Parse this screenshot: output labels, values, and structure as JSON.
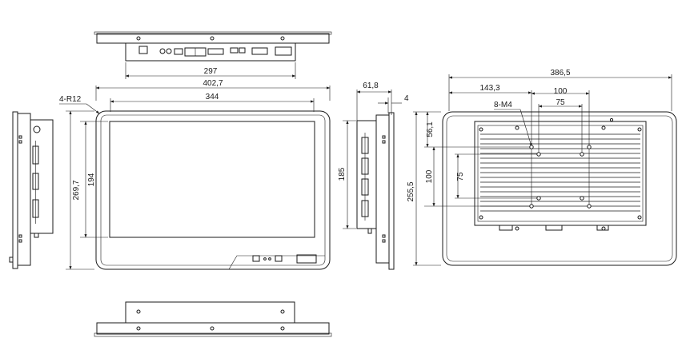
{
  "drawing": {
    "type": "technical mechanical drawing",
    "dimensions": {
      "top_rear_width": "297",
      "front_outer_width": "402,7",
      "front_screen_width": "344",
      "corner_radius": "4-R12",
      "front_outer_height": "269,7",
      "front_screen_height": "194",
      "side_depth": "61,8",
      "side_flange": "4",
      "side_height": "185",
      "rear_outer_width": "386,5",
      "rear_offset_x": "143,3",
      "rear_hole_span_100": "100",
      "rear_hole_span_75": "75",
      "mount_holes": "8-M4",
      "rear_offset_y": "56,1",
      "rear_vert_100": "100",
      "rear_vert_75": "75",
      "rear_outer_height": "255,5"
    }
  }
}
